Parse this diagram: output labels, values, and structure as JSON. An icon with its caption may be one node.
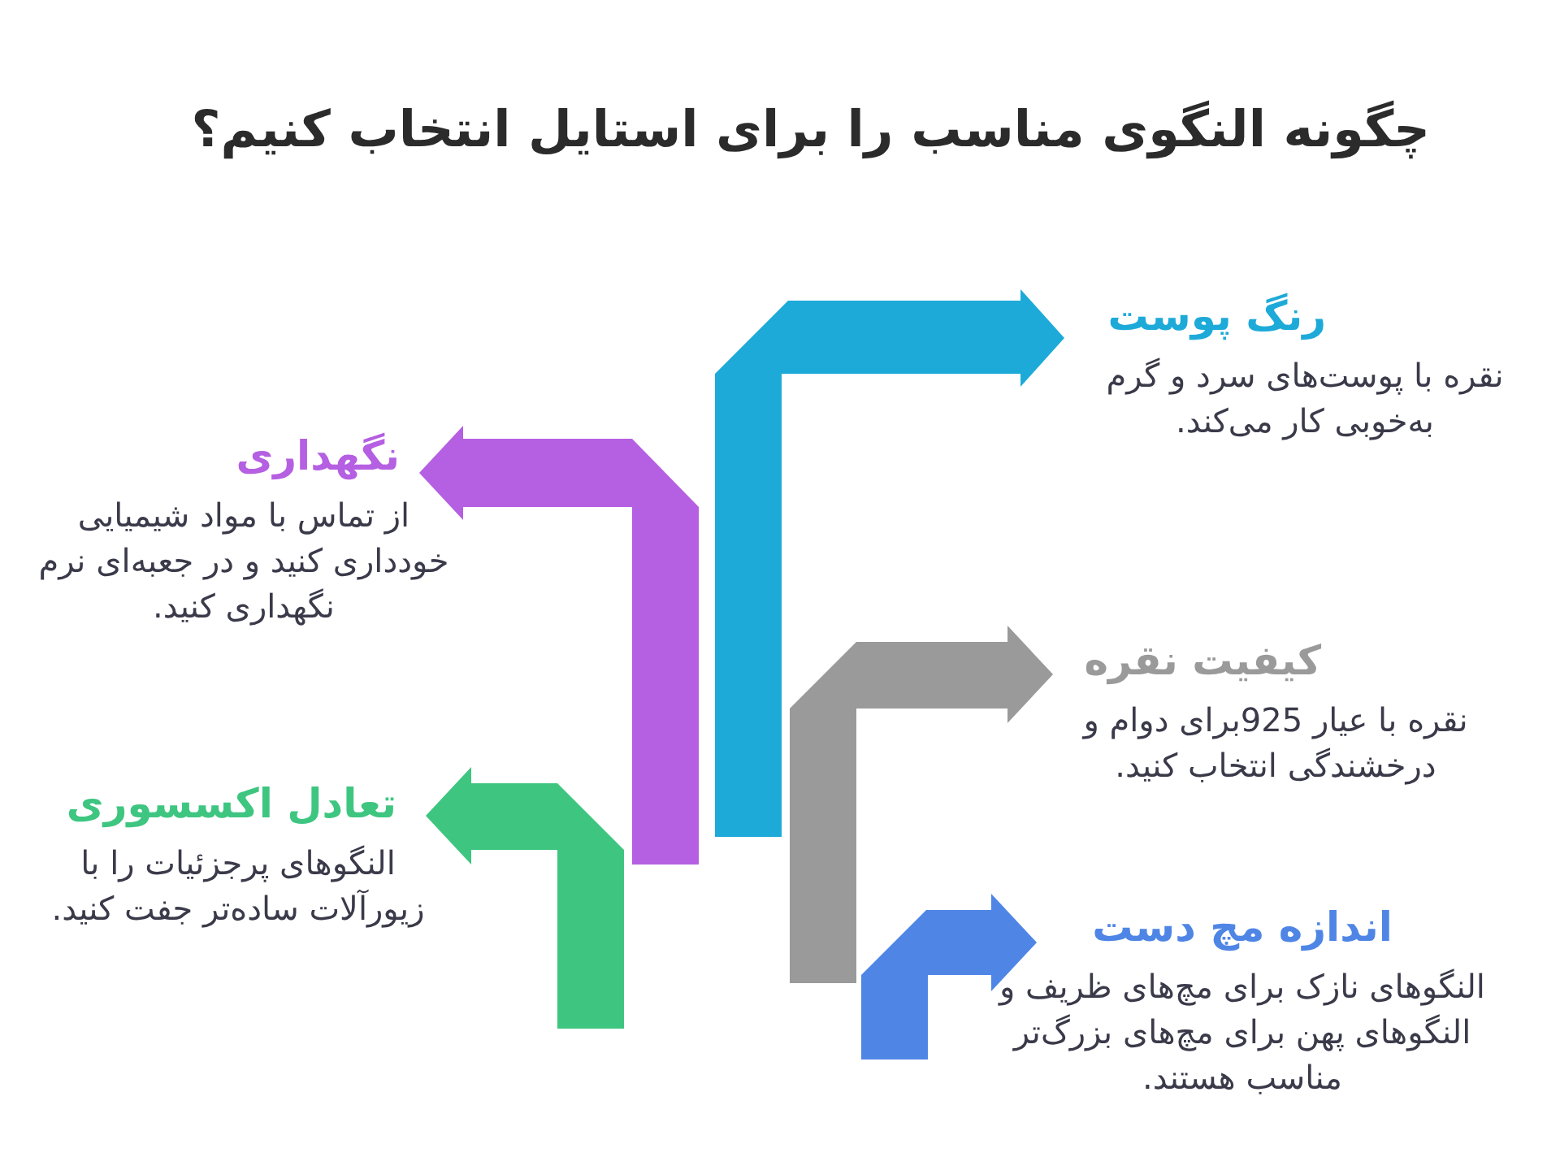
{
  "diagram": {
    "title": "چگونه النگوی مناسب را برای استایل انتخاب کنیم؟",
    "nodes": [
      {
        "text": [
          "رنگ پوست",
          "نقره با پوست‌های سرد و گرم به‌خوبی کار می‌کند."
        ]
      },
      {
        "text": [
          "نگهداری",
          "از تماس با مواد شیمیایی خودداری کنید و در جعبه‌ای نرم نگهداری کنید."
        ]
      },
      {
        "text": [
          "کیفیت نقره",
          "نقره با عیار  925برای دوام و درخشندگی انتخاب کنید."
        ]
      },
      {
        "text": [
          "تعادل اکسسوری",
          "النگوهای پرجزئیات را با زیورآلات ساده‌تر جفت کنید."
        ]
      },
      {
        "text": [
          "اندازه مچ دست",
          "النگوهای نازک برای مچ‌های ظریف و النگوهای پهن برای مچ‌های بزرگ‌تر مناسب هستند."
        ]
      }
    ],
    "edges": [
      {
        "from": null,
        "to": 0,
        "arrow": "to"
      },
      {
        "from": null,
        "to": 1,
        "arrow": "to"
      },
      {
        "from": null,
        "to": 2,
        "arrow": "to"
      },
      {
        "from": null,
        "to": 3,
        "arrow": "to"
      },
      {
        "from": null,
        "to": 4,
        "arrow": "to"
      }
    ]
  }
}
